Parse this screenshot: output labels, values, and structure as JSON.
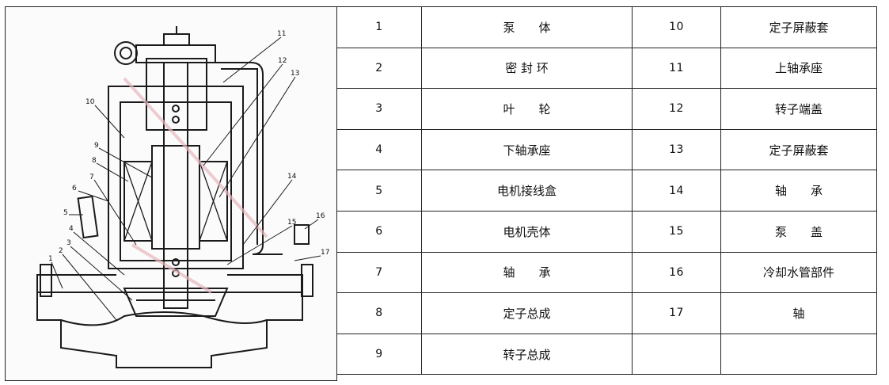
{
  "diagram": {
    "callouts": [
      "1",
      "2",
      "3",
      "4",
      "5",
      "6",
      "7",
      "8",
      "9",
      "10",
      "11",
      "12",
      "13",
      "14",
      "15",
      "16",
      "17"
    ]
  },
  "parts": {
    "left": [
      {
        "num": "1",
        "name": "泵　　体"
      },
      {
        "num": "2",
        "name": "密 封 环"
      },
      {
        "num": "3",
        "name": "叶　　轮"
      },
      {
        "num": "4",
        "name": "下轴承座"
      },
      {
        "num": "5",
        "name": "电机接线盒"
      },
      {
        "num": "6",
        "name": "电机壳体"
      },
      {
        "num": "7",
        "name": "轴　　承"
      },
      {
        "num": "8",
        "name": "定子总成"
      },
      {
        "num": "9",
        "name": "转子总成"
      }
    ],
    "right": [
      {
        "num": "10",
        "name": "定子屏蔽套"
      },
      {
        "num": "11",
        "name": "上轴承座"
      },
      {
        "num": "12",
        "name": "转子端盖"
      },
      {
        "num": "13",
        "name": "定子屏蔽套"
      },
      {
        "num": "14",
        "name": "轴　　承"
      },
      {
        "num": "15",
        "name": "泵　　盖"
      },
      {
        "num": "16",
        "name": "冷却水管部件"
      },
      {
        "num": "17",
        "name": "轴"
      },
      {
        "num": "",
        "name": ""
      }
    ]
  }
}
